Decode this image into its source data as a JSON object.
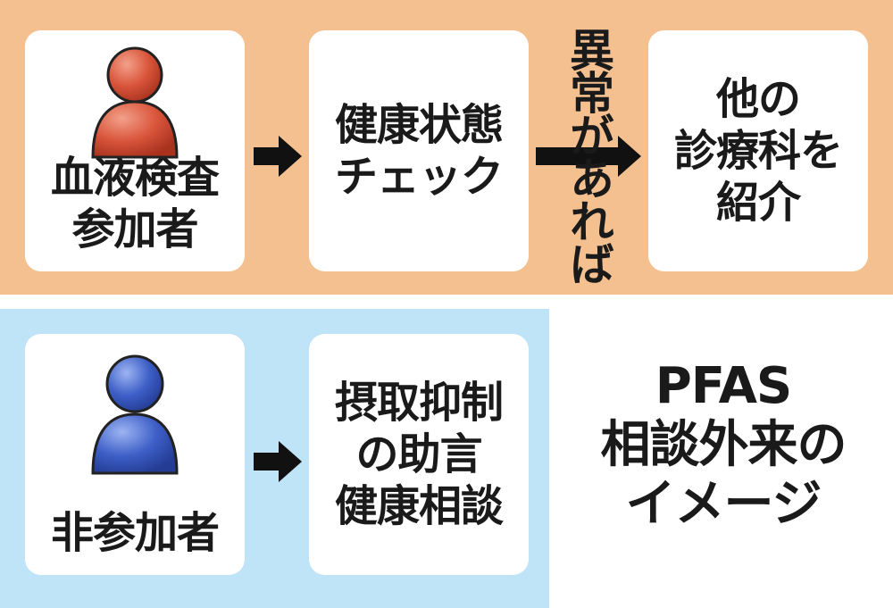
{
  "top_flow": {
    "participant_label_line1": "血液検査",
    "participant_label_line2": "参加者",
    "health_check_line1": "健康状態",
    "health_check_line2": "チェック",
    "condition_label": "異常があれば",
    "referral_line1": "他の",
    "referral_line2": "診療科を",
    "referral_line3": "紹介"
  },
  "bottom_flow": {
    "nonparticipant_label": "非参加者",
    "advice_line1": "摂取抑制",
    "advice_line2": "の助言",
    "advice_line3": "健康相談"
  },
  "title": {
    "line1": "PFAS",
    "line2": "相談外来の",
    "line3": "イメージ"
  },
  "colors": {
    "top_band": "#f4c08f",
    "bottom_band": "#bfe3f7",
    "participant_icon": "#d9553b",
    "nonparticipant_icon": "#3d5fc7",
    "arrow": "#111111"
  }
}
